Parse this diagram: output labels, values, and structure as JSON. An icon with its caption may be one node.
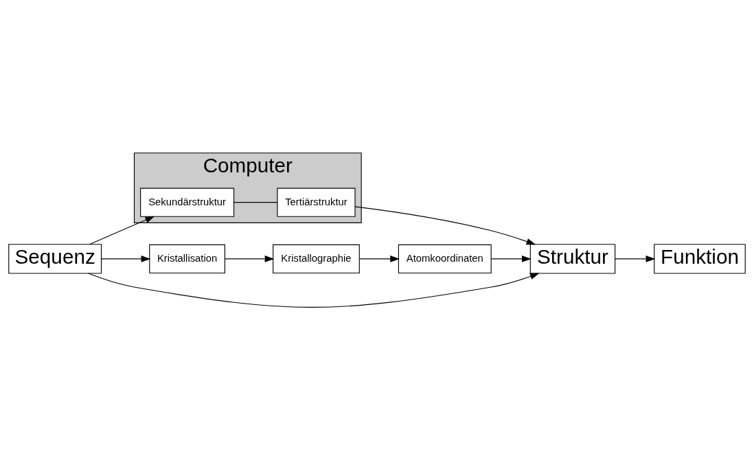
{
  "diagram": {
    "nodes": [
      {
        "text": [
          "Kristallisation"
        ]
      },
      {
        "text": [
          "Kristallographie"
        ]
      },
      {
        "text": [
          "Atomkoordinaten"
        ]
      },
      {
        "text": [
          "Sequenz"
        ]
      },
      {
        "text": [
          "Struktur"
        ]
      },
      {
        "text": [
          "Funktion"
        ]
      },
      {
        "text": [
          "Computer"
        ]
      },
      {
        "text": [
          "Sekundärstruktur"
        ],
        "in": 6
      },
      {
        "text": [
          "Tertiärstruktur"
        ],
        "in": 6
      }
    ],
    "edges": [
      {
        "from": 3,
        "to": 0,
        "arrow": "to"
      },
      {
        "from": 0,
        "to": 1,
        "arrow": "to"
      },
      {
        "from": 1,
        "to": 2,
        "arrow": "to"
      },
      {
        "from": 2,
        "to": 4,
        "arrow": "to"
      },
      {
        "from": 3,
        "to": 4,
        "arrow": "to"
      },
      {
        "from": 4,
        "to": 5,
        "arrow": "to"
      },
      {
        "from": 3,
        "to": 7,
        "arrow": "to"
      },
      {
        "from": 7,
        "to": 8,
        "arrow": "none"
      },
      {
        "from": 8,
        "to": 4,
        "arrow": "to"
      }
    ]
  }
}
